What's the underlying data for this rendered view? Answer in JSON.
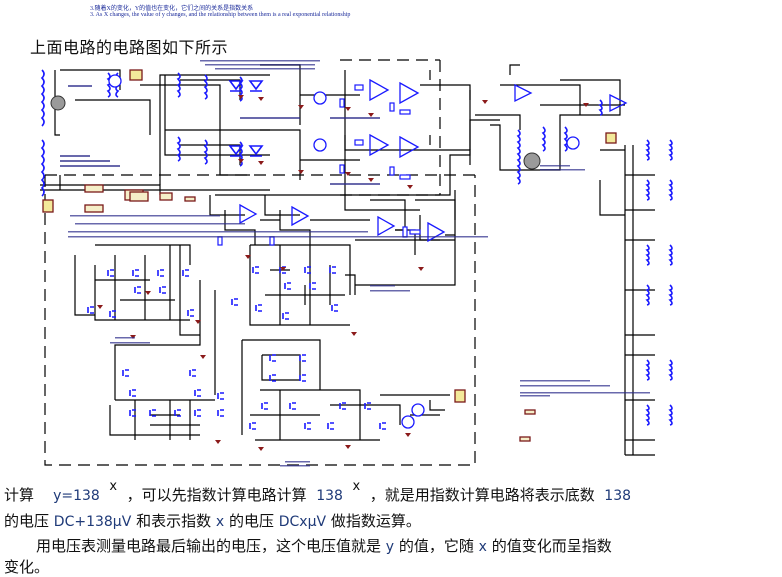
{
  "header": {
    "line_cn": "3.随着X的变化，Y的值也在变化，它们之间的关系是指数关系",
    "line_en": "3. As X changes, the value of y changes, and the relationship between them is a real exponential relationship"
  },
  "caption": "上面电路的电路图如下所示",
  "schematic": {
    "wire_color": "#000000",
    "component_color": "#1a1aff",
    "ground_color": "#8b1a1a",
    "source_box_color": "#f3e99a"
  },
  "body": {
    "p1_a": "计算",
    "p1_b": "y=138",
    "p1_sup1": "x",
    "p1_c": "，可以先指数计算电路计算",
    "p1_d": "138",
    "p1_sup2": "x",
    "p1_e": "，就是用指数计算电路将表示底数",
    "p1_f": "138",
    "p2_a": "的电压",
    "p2_b": "DC+138μV",
    "p2_c": "和表示指数",
    "p2_d": "x",
    "p2_e": "的电压",
    "p2_f": "DCxμV",
    "p2_g": "做指数运算。",
    "p3_a": "用电压表测量电路最后输出的电压，这个电压值就是",
    "p3_b": "y",
    "p3_c": "的值，它随",
    "p3_d": "x",
    "p3_e": "的值变化而呈指数",
    "p4": "变化。"
  }
}
